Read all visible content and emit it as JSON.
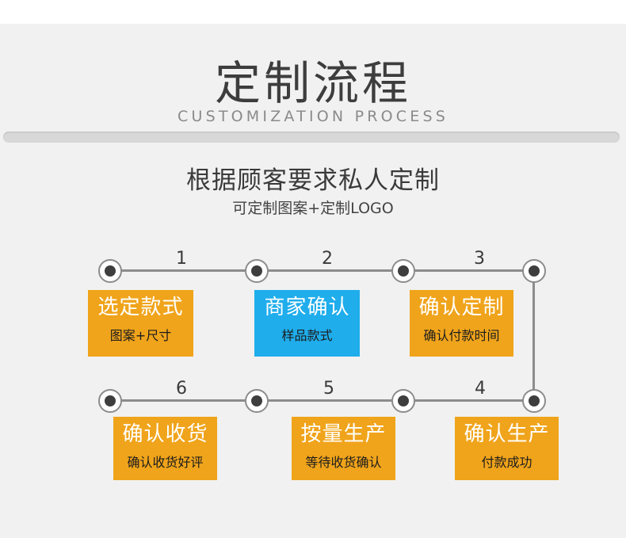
{
  "header": {
    "title": "定制流程",
    "subtitle": "CUSTOMIZATION PROCESS"
  },
  "intro": {
    "heading": "根据顾客要求私人定制",
    "caption": "可定制图案+定制LOGO"
  },
  "steps": [
    {
      "number": "1",
      "title": "选定款式",
      "desc": "图案+尺寸"
    },
    {
      "number": "2",
      "title": "商家确认",
      "desc": "样品款式"
    },
    {
      "number": "3",
      "title": "确认定制",
      "desc": "确认付款时间"
    },
    {
      "number": "4",
      "title": "确认生产",
      "desc": "付款成功"
    },
    {
      "number": "5",
      "title": "按量生产",
      "desc": "等待收货确认"
    },
    {
      "number": "6",
      "title": "确认收货",
      "desc": "确认收货好评"
    }
  ],
  "colors": {
    "orange": "#f0a41b",
    "blue": "#1fadec",
    "line": "#8c8c8c"
  }
}
